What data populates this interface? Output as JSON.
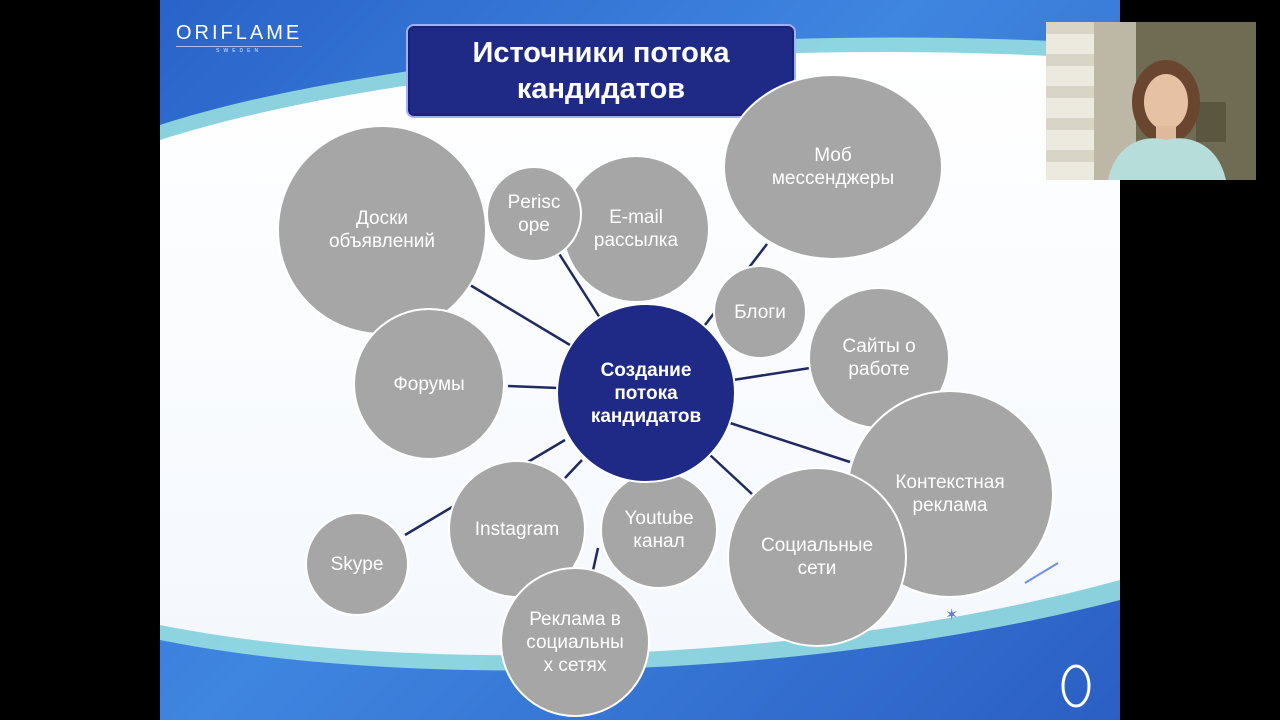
{
  "slide": {
    "logo_text": "ORIFLAME",
    "logo_subtext": "SWEDEN",
    "title": "Источники потока кандидатов",
    "center_label": "Создание потока кандидатов",
    "bubbles": {
      "doski": "Доски объявлений",
      "periscope": "Periscope",
      "email": "E-mail рассылка",
      "mob": "Моб мессенджеры",
      "blogi": "Блоги",
      "forumy": "Форумы",
      "sayty": "Сайты о работе",
      "kontekst": "Контекстная реклама",
      "instagram": "Instagram",
      "youtube": "Youtube канал",
      "socseti": "Социальные сети",
      "skype": "Skype",
      "reklama": "Реклама в социальных сетях"
    }
  },
  "colors": {
    "slide_blue": "#2a63c9",
    "title_box": "#1f2a86",
    "center_circle": "#1f2a86",
    "bubble_gray": "#a6a6a6",
    "connector": "#1f2a60"
  },
  "webcam": {
    "content": "presenter video feed"
  }
}
